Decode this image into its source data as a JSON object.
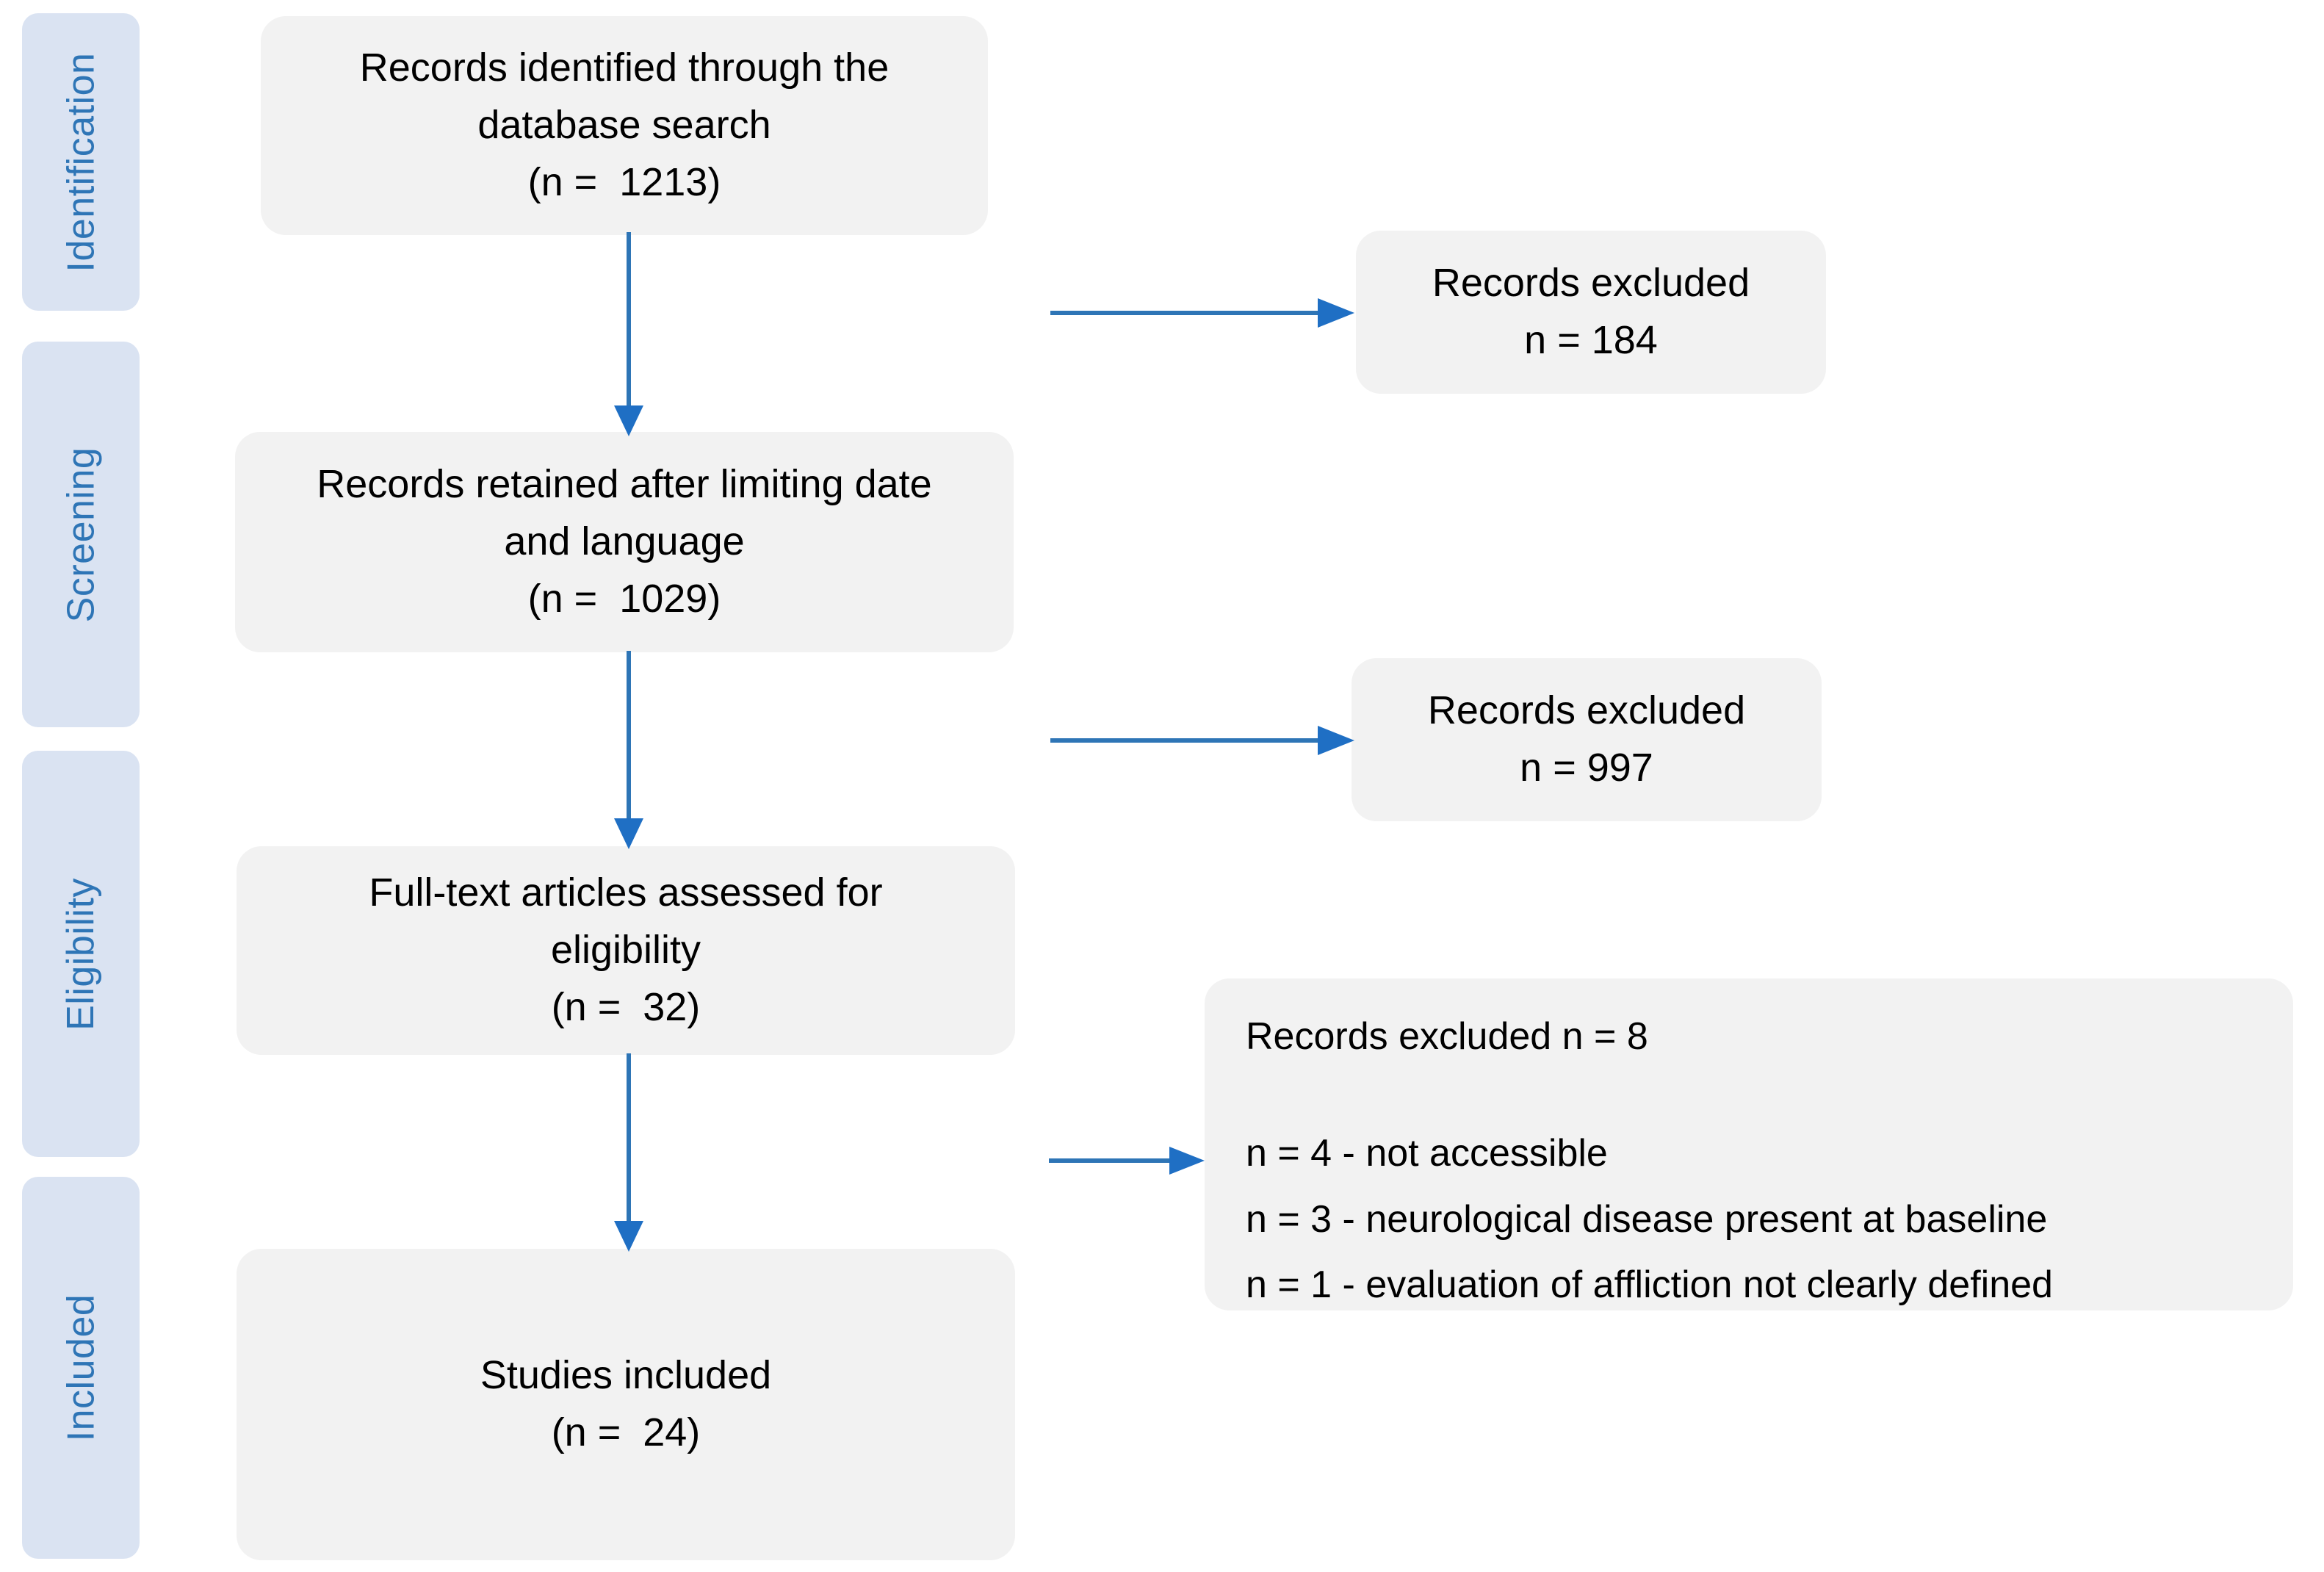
{
  "diagram": {
    "title": "PRISMA flow diagram",
    "colors": {
      "stage_fill": "#dae3f2",
      "stage_text": "#2e75b6",
      "box_fill": "#f2f2f2",
      "box_text": "#000000",
      "arrow": "#2e75b6",
      "background": "#ffffff"
    }
  },
  "stages": [
    {
      "label": "Identification"
    },
    {
      "label": "Screening"
    },
    {
      "label": "Eligibility"
    },
    {
      "label": "Included"
    }
  ],
  "flow_boxes": {
    "identified": {
      "lines": [
        "Records identified through the",
        "database search",
        "(n =  1213)"
      ],
      "n": 1213
    },
    "retained": {
      "lines": [
        "Records retained after limiting date",
        "and language",
        "(n =  1029)"
      ],
      "n": 1029
    },
    "fulltext": {
      "lines": [
        "Full-text articles assessed for",
        "eligibility",
        "(n =  32)"
      ],
      "n": 32
    },
    "included": {
      "lines": [
        "Studies included",
        "(n =  24)"
      ],
      "n": 24
    }
  },
  "excluded_boxes": {
    "excluded_1": {
      "lines": [
        "Records excluded",
        "n = 184"
      ],
      "n": 184
    },
    "excluded_2": {
      "lines": [
        "Records excluded",
        "n = 997"
      ],
      "n": 997
    },
    "excluded_reasons": {
      "heading": "Records excluded n = 8",
      "n": 8,
      "reasons": [
        "n = 4 - not accessible",
        "n = 3 - neurological disease present at baseline",
        "n = 1 - evaluation of affliction not clearly defined"
      ]
    }
  },
  "chart_data": {
    "type": "flowchart",
    "title": "PRISMA flow diagram",
    "stages": [
      "Identification",
      "Screening",
      "Eligibility",
      "Included"
    ],
    "nodes": [
      {
        "id": "identified",
        "stage": "Identification",
        "label": "Records identified through the database search",
        "n": 1213
      },
      {
        "id": "excluded_1",
        "stage": "Identification",
        "label": "Records excluded",
        "n": 184
      },
      {
        "id": "retained",
        "stage": "Screening",
        "label": "Records retained after limiting date and language",
        "n": 1029
      },
      {
        "id": "excluded_2",
        "stage": "Screening",
        "label": "Records excluded",
        "n": 997
      },
      {
        "id": "fulltext",
        "stage": "Eligibility",
        "label": "Full-text articles assessed for eligibility",
        "n": 32
      },
      {
        "id": "excluded_reasons",
        "stage": "Eligibility",
        "label": "Records excluded",
        "n": 8,
        "breakdown": [
          {
            "n": 4,
            "reason": "not accessible"
          },
          {
            "n": 3,
            "reason": "neurological disease present at baseline"
          },
          {
            "n": 1,
            "reason": "evaluation of affliction not clearly defined"
          }
        ]
      },
      {
        "id": "included",
        "stage": "Included",
        "label": "Studies included",
        "n": 24
      }
    ],
    "edges": [
      {
        "from": "identified",
        "to": "excluded_1",
        "direction": "right"
      },
      {
        "from": "identified",
        "to": "retained",
        "direction": "down"
      },
      {
        "from": "retained",
        "to": "excluded_2",
        "direction": "right"
      },
      {
        "from": "retained",
        "to": "fulltext",
        "direction": "down"
      },
      {
        "from": "fulltext",
        "to": "excluded_reasons",
        "direction": "right"
      },
      {
        "from": "fulltext",
        "to": "included",
        "direction": "down"
      }
    ]
  }
}
